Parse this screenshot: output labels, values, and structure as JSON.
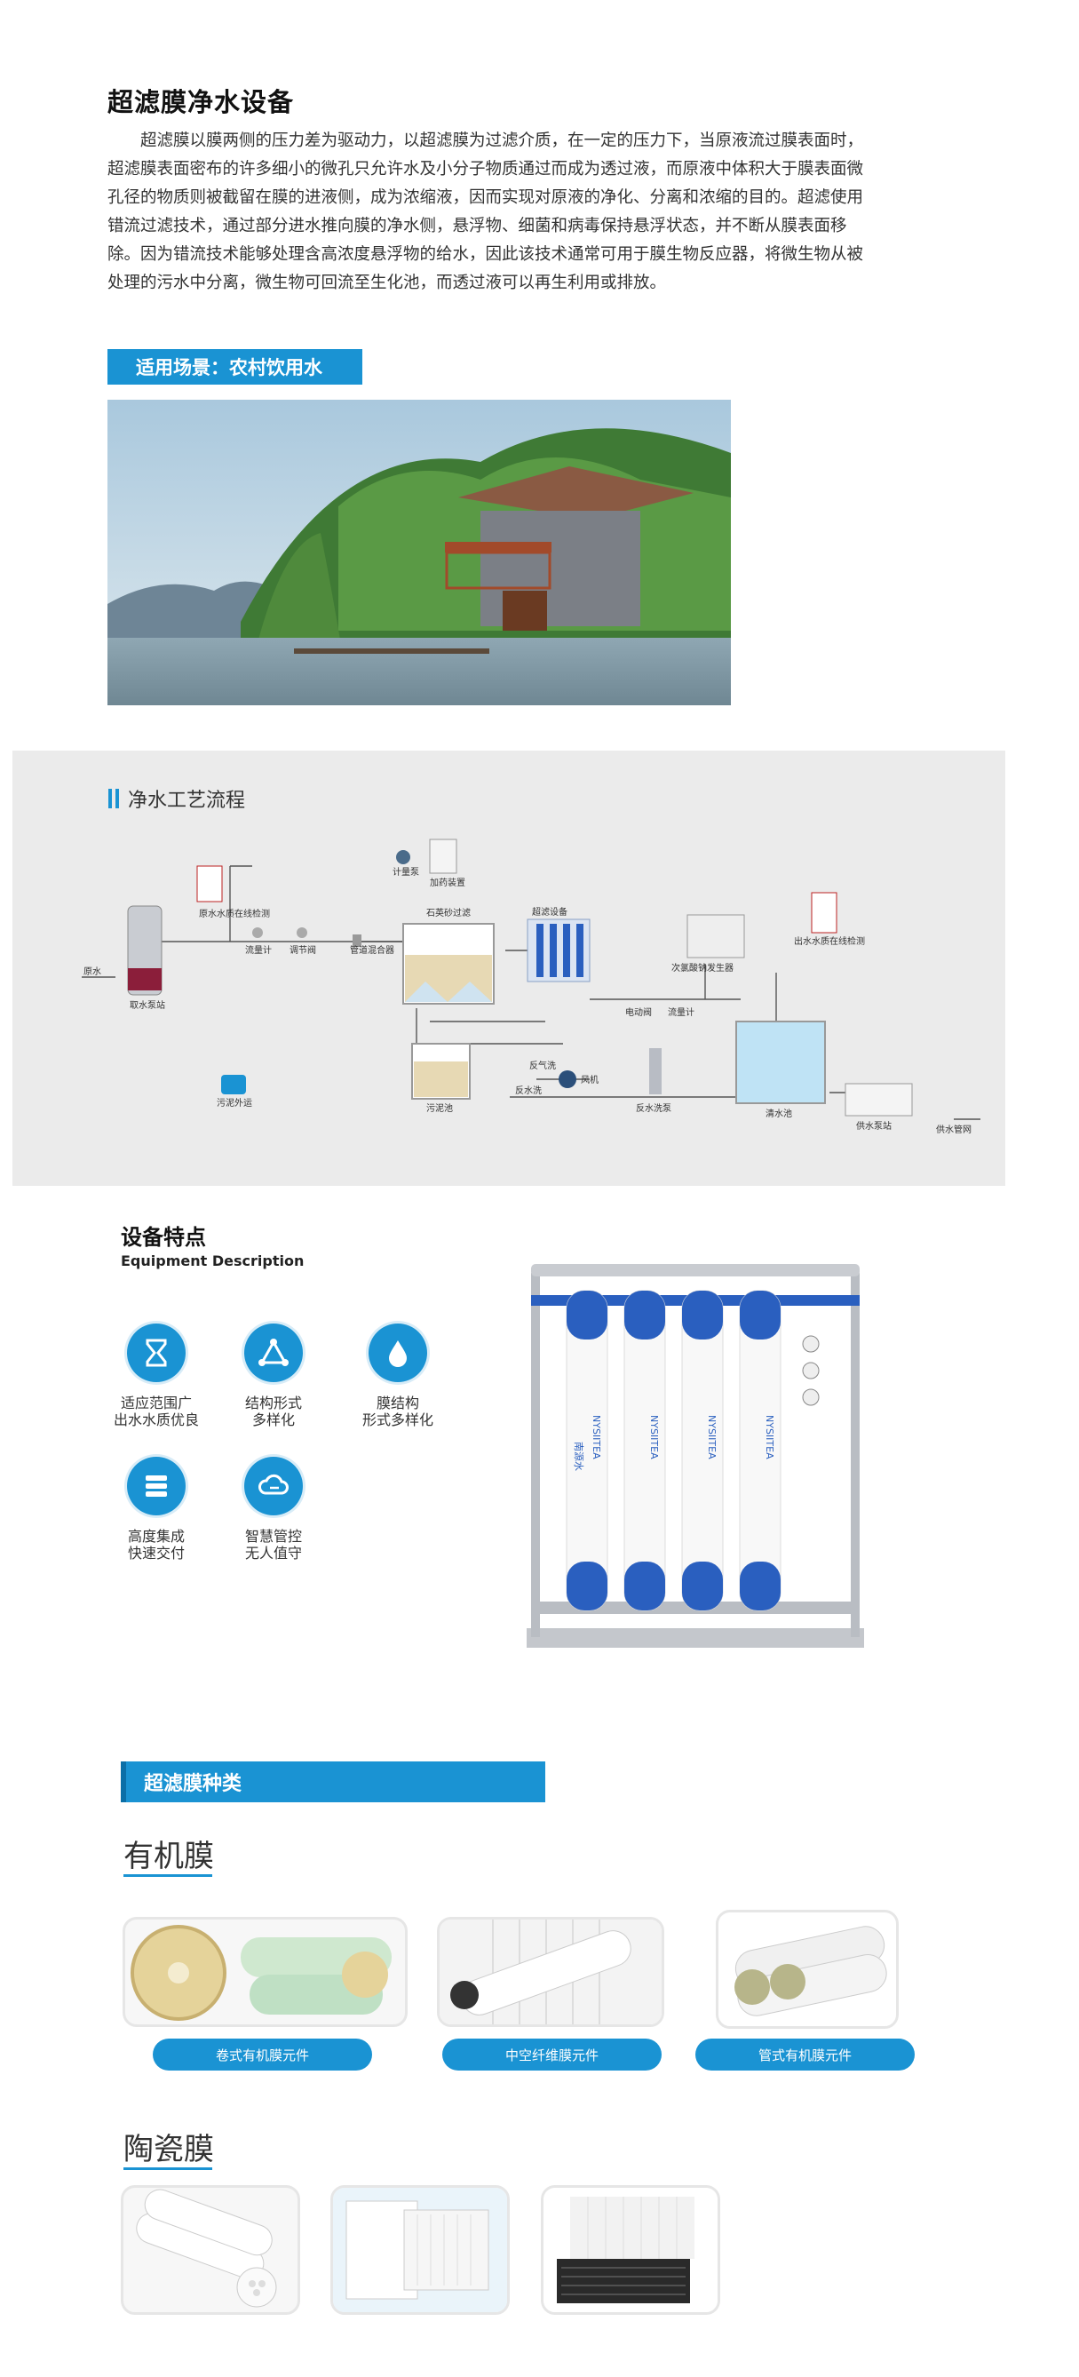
{
  "intro": {
    "title": "超滤膜净水设备",
    "paragraph": "超滤膜以膜两侧的压力差为驱动力，以超滤膜为过滤介质，在一定的压力下，当原液流过膜表面时，超滤膜表面密布的许多细小的微孔只允许水及小分子物质通过而成为透过液，而原液中体积大于膜表面微孔径的物质则被截留在膜的进液侧，成为浓缩液，因而实现对原液的净化、分离和浓缩的目的。超滤使用错流过滤技术，通过部分进水推向膜的净水侧，悬浮物、细菌和病毒保持悬浮状态，并不断从膜表面移除。因为错流技术能够处理含高浓度悬浮物的给水，因此该技术通常可用于膜生物反应器，将微生物从被处理的污水中分离，微生物可回流至生化池，而透过液可以再生利用或排放。"
  },
  "scene": {
    "label": "适用场景：农村饮用水"
  },
  "process": {
    "heading": "净水工艺流程",
    "labels": {
      "raw_water": "原水",
      "intake_pump": "取水泵站",
      "raw_monitor": "原水水质在线检测",
      "flow_meter_1": "流量计",
      "regulating_valve": "调节阀",
      "pipe_mixer": "管道混合器",
      "metering_pump": "计量泵",
      "dosing_device": "加药装置",
      "sand_filter": "石英砂过滤",
      "uf_device": "超滤设备",
      "chlorine_generator": "次氯酸钠发生器",
      "out_monitor": "出水水质在线检测",
      "electric_valve": "电动阀",
      "flow_meter_2": "流量计",
      "backwash_air": "反气洗",
      "blower": "风机",
      "backwash_water": "反水洗",
      "sludge_pump": "污泥外运",
      "sludge_tank": "污泥池",
      "backwash_pump": "反水洗泵",
      "clear_tank": "清水池",
      "supply_pump": "供水泵站",
      "supply_pipe": "供水管网"
    }
  },
  "features": {
    "title": "设备特点",
    "subtitle": "Equipment Description",
    "items": [
      {
        "icon": "hourglass-icon",
        "text": "适应范围广\n出水水质优良"
      },
      {
        "icon": "network-triangle-icon",
        "text": "结构形式\n多样化"
      },
      {
        "icon": "water-drop-icon",
        "text": "膜结构\n形式多样化"
      },
      {
        "icon": "integration-icon",
        "text": "高度集成\n快速交付"
      },
      {
        "icon": "cloud-control-icon",
        "text": "智慧管控\n无人值守"
      }
    ],
    "brand": "NYSIITEA",
    "brand_cn": "南源水"
  },
  "types": {
    "label": "超滤膜种类",
    "organic": {
      "heading": "有机膜",
      "products": [
        "卷式有机膜元件",
        "中空纤维膜元件",
        "管式有机膜元件"
      ]
    },
    "ceramic": {
      "heading": "陶瓷膜"
    }
  },
  "colors": {
    "accent": "#1a93d3",
    "panel_bg": "#ebebeb",
    "membrane_blue": "#2a5fbf"
  }
}
